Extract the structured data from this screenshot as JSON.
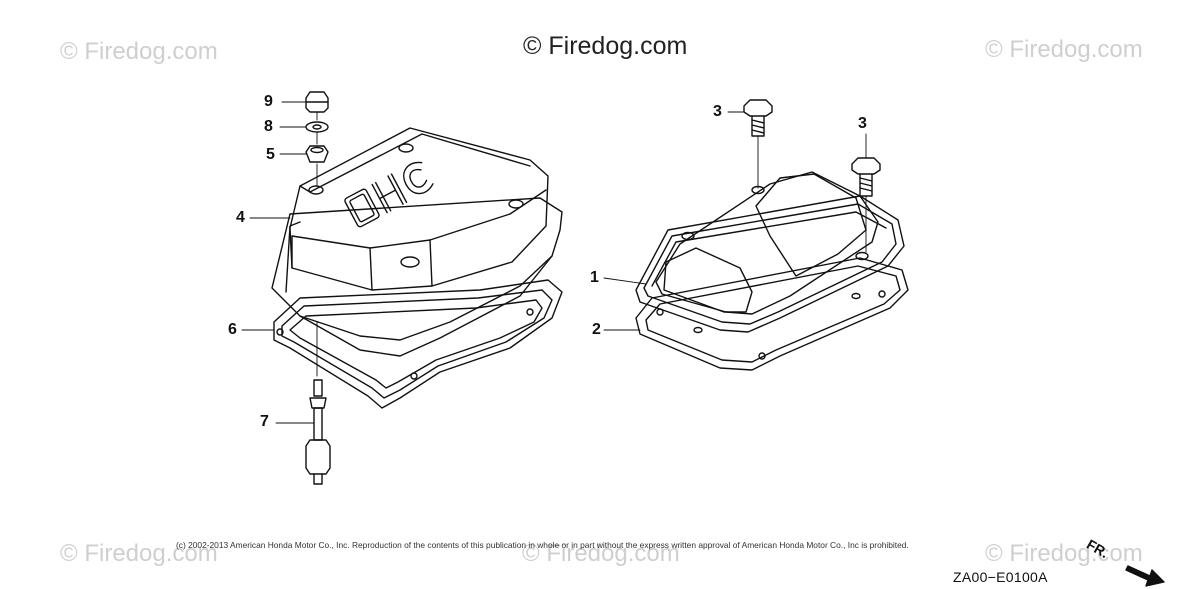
{
  "watermarks": {
    "main": "© Firedog.com",
    "corner": "© Firedog.com"
  },
  "copyright": "(c) 2002-2013 American Honda Motor Co., Inc. Reproduction of the contents of this publication in whole or in part without the express written approval of American Honda Motor Co., Inc is prohibited.",
  "part_code": "ZA00−E0100A",
  "direction_label": "FR.",
  "cover_emboss": "OHC",
  "callouts": [
    "9",
    "8",
    "5",
    "4",
    "6",
    "7",
    "3",
    "3",
    "1",
    "2"
  ],
  "colors": {
    "line": "#111111",
    "watermark": "#cfcfcf"
  }
}
